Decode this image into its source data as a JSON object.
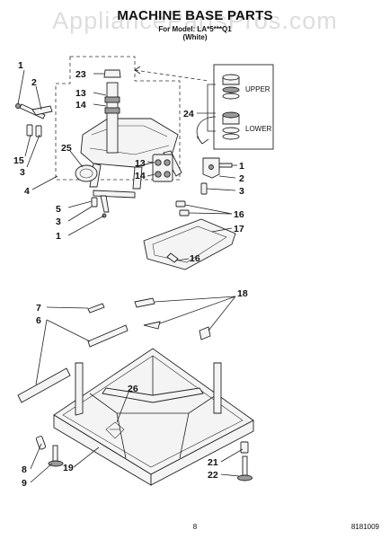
{
  "header": {
    "title": "MACHINE BASE PARTS",
    "model_line": "For Model: LA*5***Q1",
    "color_line": "(White)",
    "watermark": "AppliancePartsPros.com"
  },
  "footer": {
    "page_number": "8",
    "doc_code": "8181009"
  },
  "callouts": {
    "upper": "UPPER",
    "lower": "LOWER",
    "n1a": "1",
    "n1b": "1",
    "n1c": "1",
    "n2a": "2",
    "n2b": "2",
    "n3a": "3",
    "n3b": "3",
    "n3c": "3",
    "n4": "4",
    "n5": "5",
    "n6": "6",
    "n7": "7",
    "n8": "8",
    "n9": "9",
    "n13a": "13",
    "n13b": "13",
    "n14a": "14",
    "n14b": "14",
    "n15": "15",
    "n16a": "16",
    "n16b": "16",
    "n17": "17",
    "n18": "18",
    "n19": "19",
    "n21": "21",
    "n22": "22",
    "n23": "23",
    "n24": "24",
    "n25": "25",
    "n26": "26"
  }
}
